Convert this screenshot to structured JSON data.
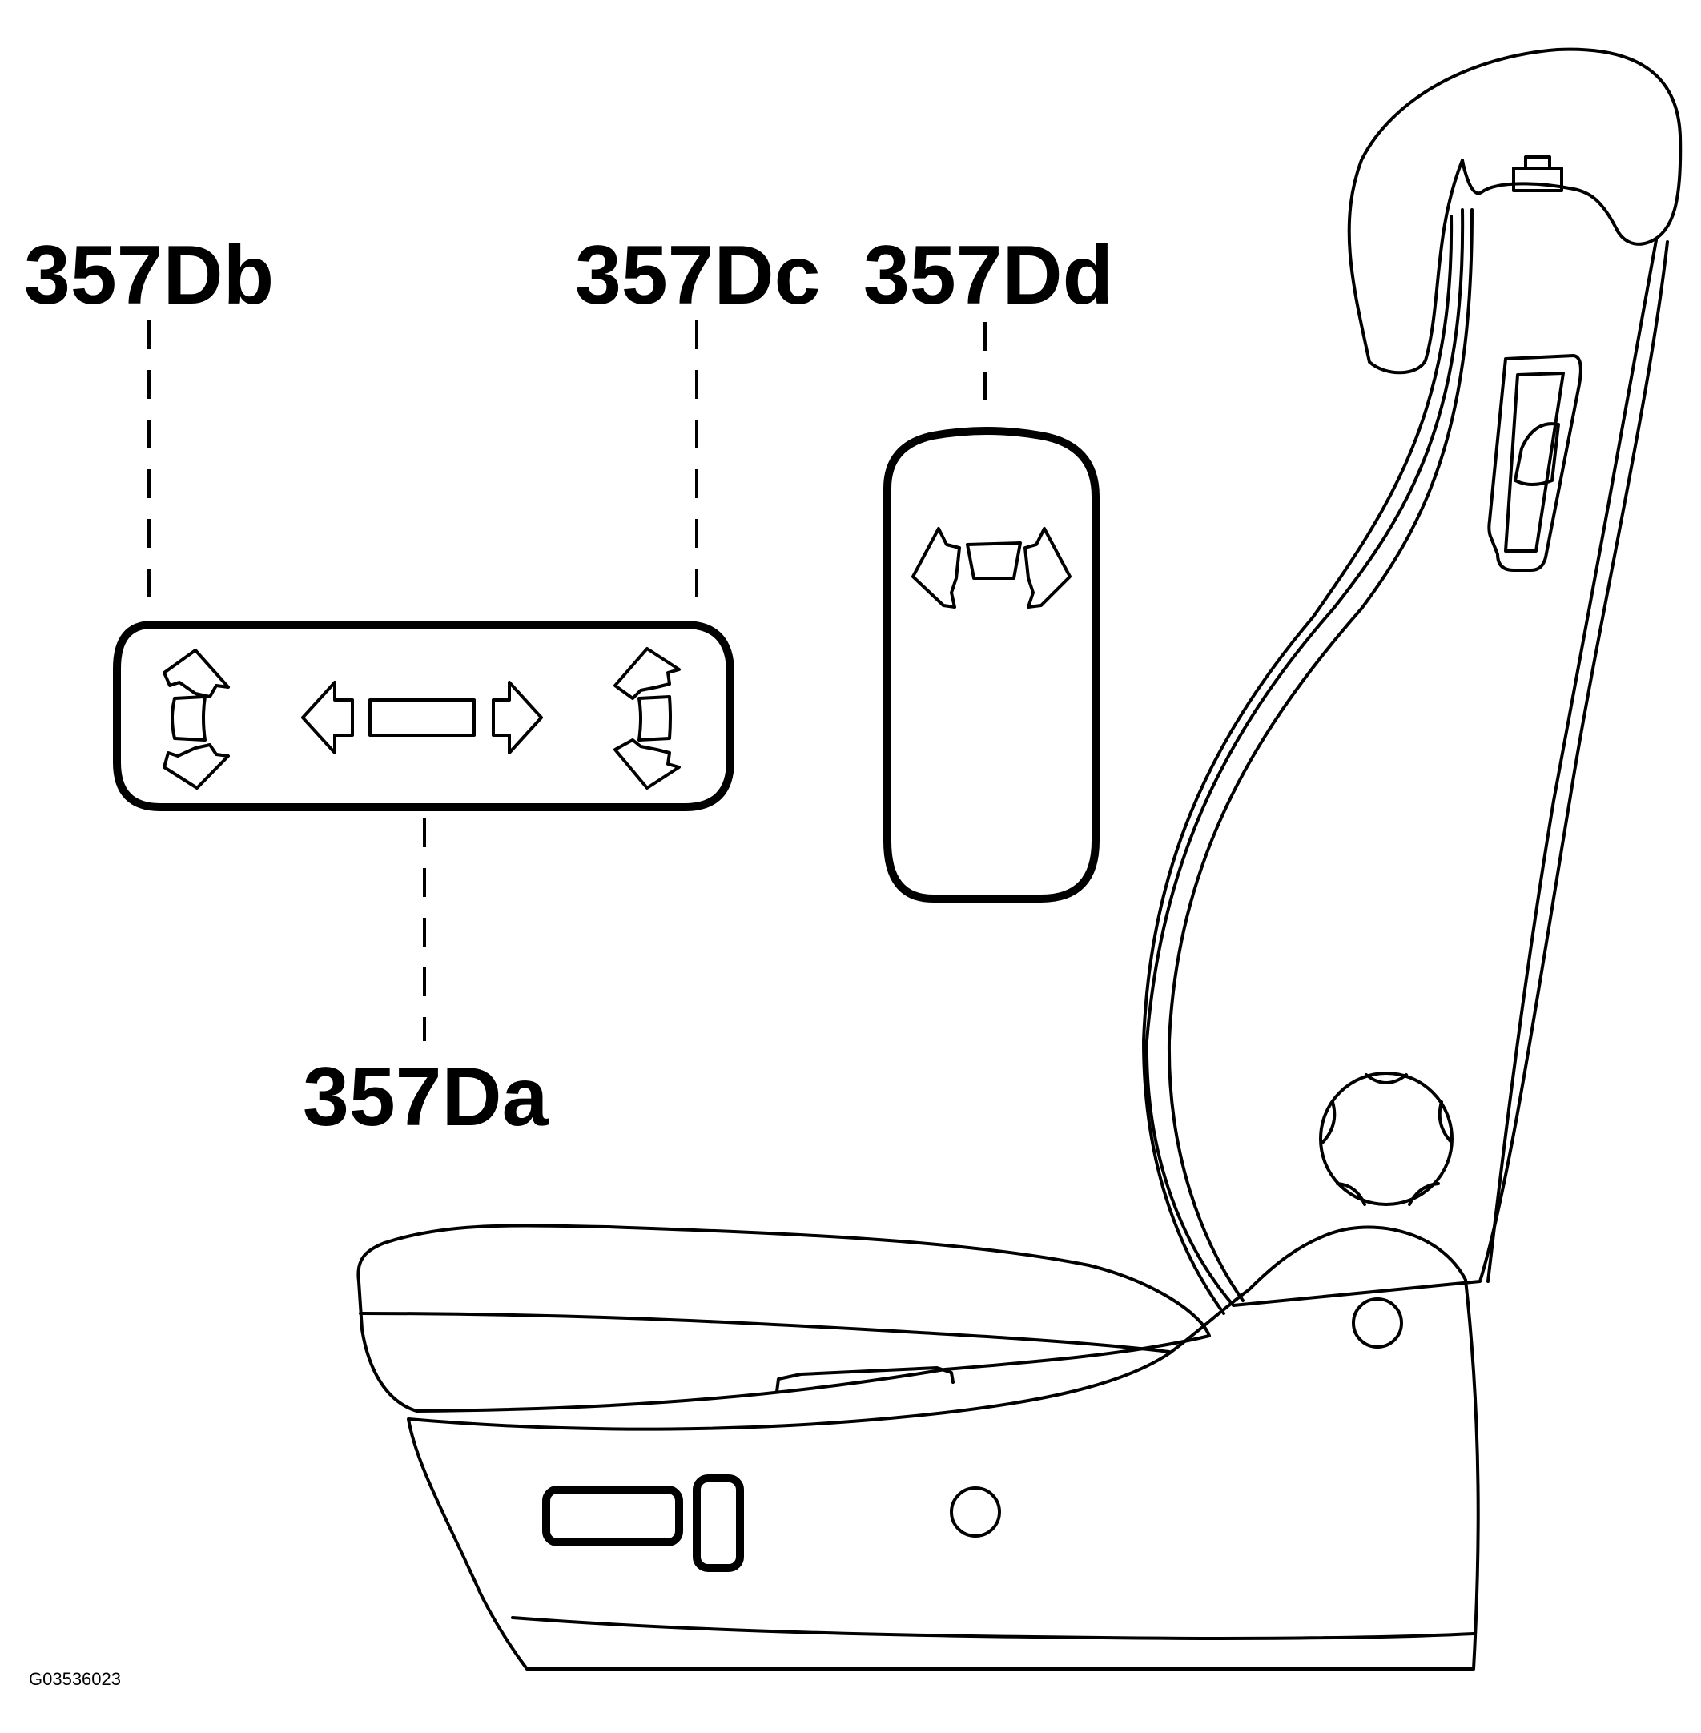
{
  "callouts": {
    "seat_fore_aft": "357Da",
    "seat_front_height": "357Db",
    "seat_rear_height": "357Dc",
    "backrest_recline": "357Dd"
  },
  "figure_id": "G03536023",
  "icons": [
    "seat-control-switch-icon",
    "backrest-switch-icon",
    "power-seat-icon",
    "arrow-icon"
  ],
  "colors": {
    "line": "#000000",
    "background": "#ffffff"
  }
}
